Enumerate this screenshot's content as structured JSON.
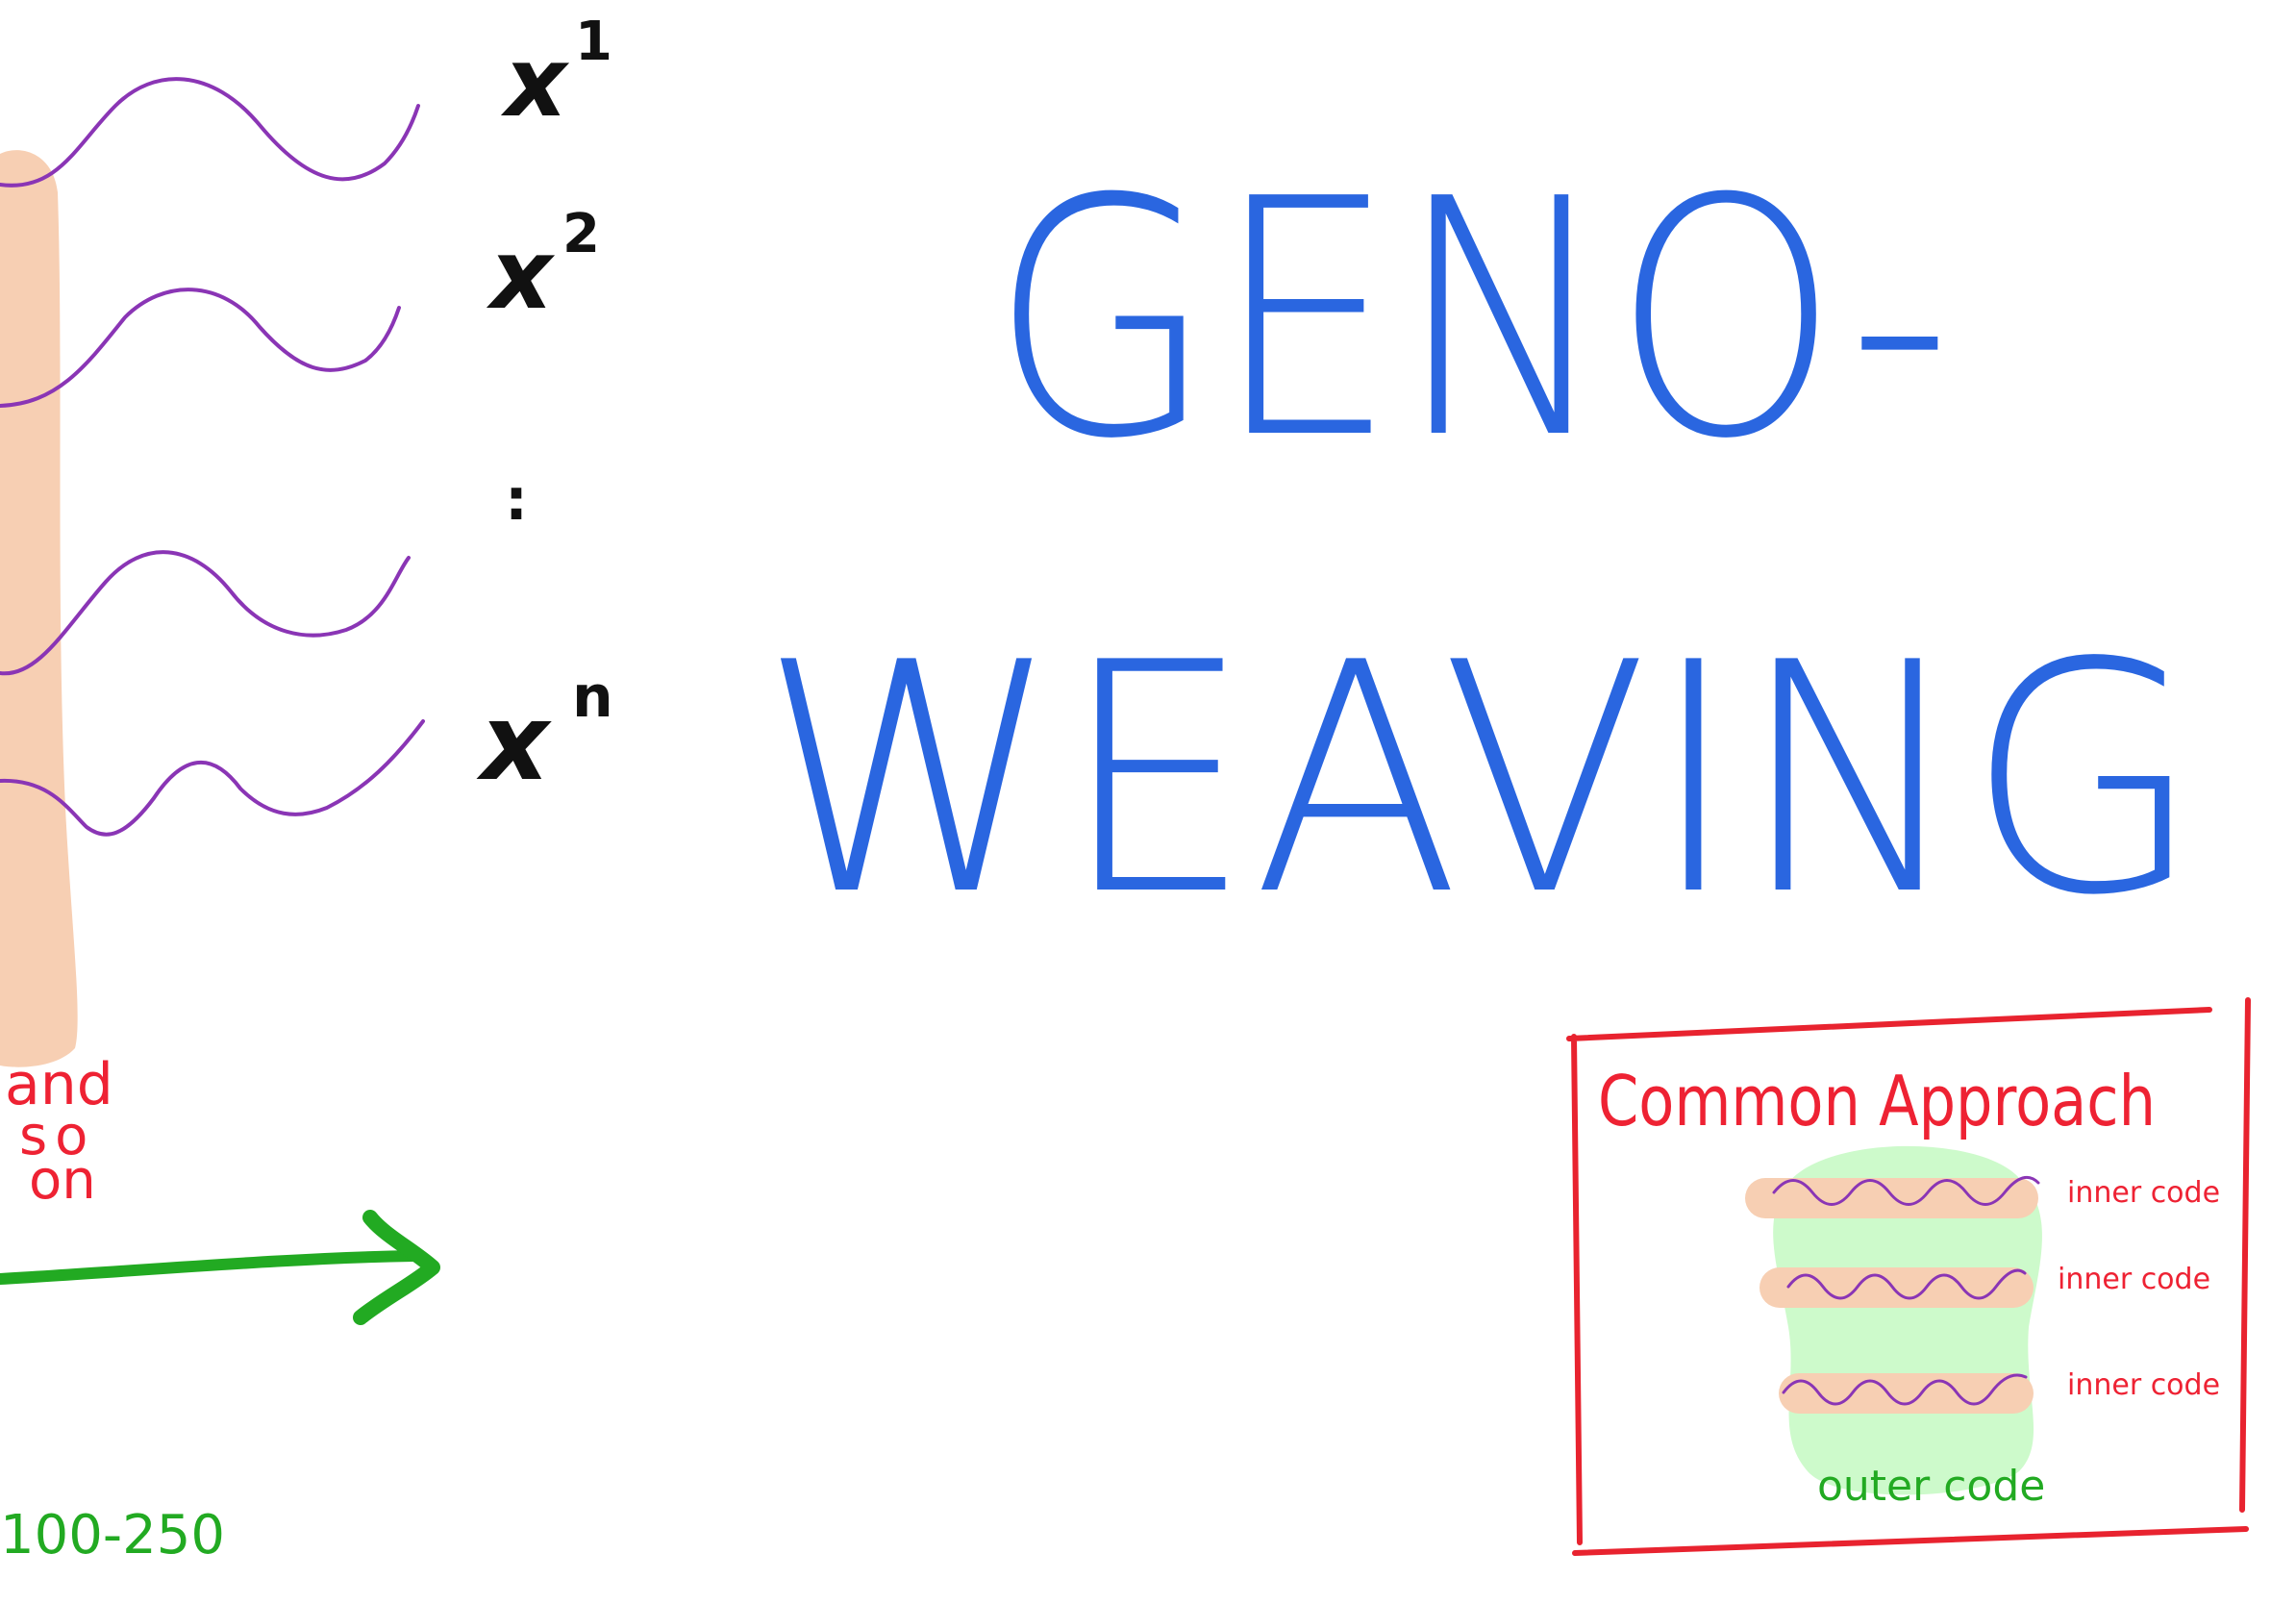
{
  "title": {
    "line1": "GENO-",
    "line2": "WEAVING"
  },
  "variables": [
    "x",
    "x",
    "x"
  ],
  "superscripts": [
    "1",
    "2",
    "n"
  ],
  "ellipsis": ":",
  "left_note": [
    "and",
    "so",
    "on"
  ],
  "range_label": "100-250",
  "inset": {
    "title": "Common Approach",
    "inner_labels": [
      "inner code",
      "inner code",
      "inner code"
    ],
    "outer_label": "outer code"
  },
  "colors": {
    "title_blue": "#2a66e0",
    "wave_purple": "#8a35b5",
    "band_peach": "#f7cfb3",
    "note_red": "#ee2233",
    "arrow_green": "#22aa22",
    "frame_red": "#e8232f",
    "outer_green": "#cdfacb",
    "ink_black": "#111111"
  }
}
